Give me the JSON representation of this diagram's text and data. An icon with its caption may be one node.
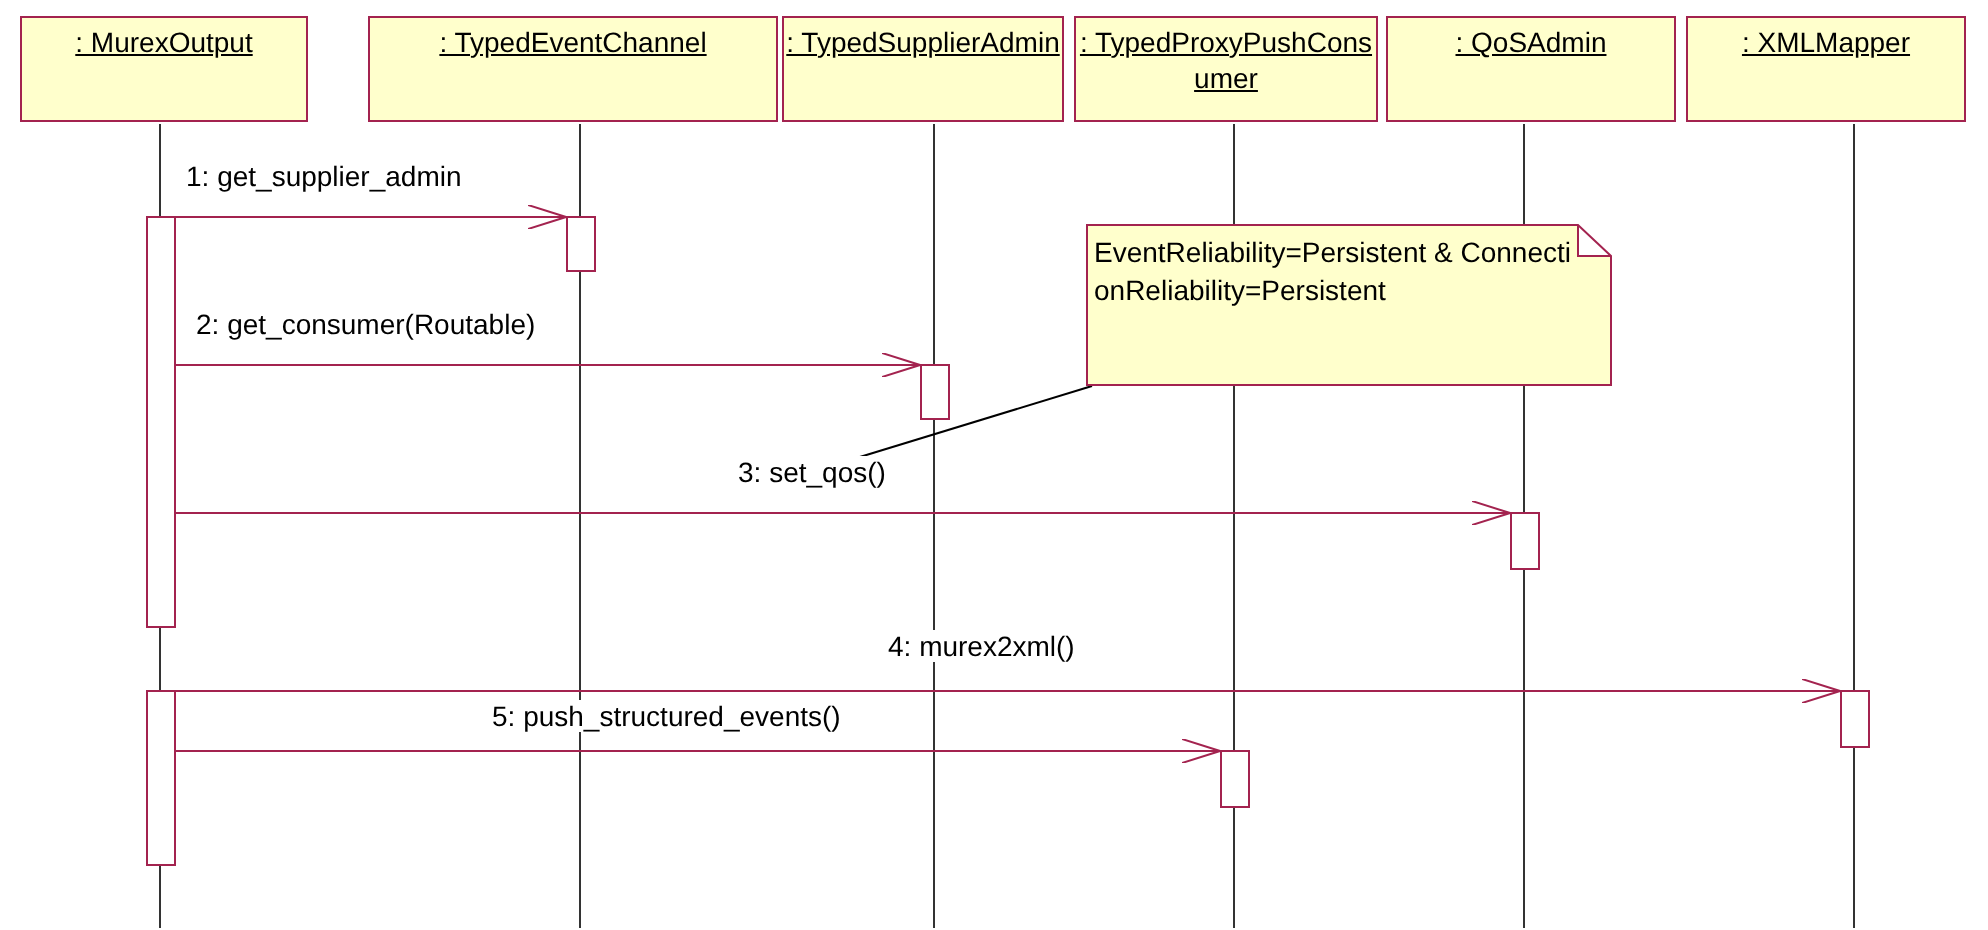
{
  "diagram": {
    "nodes": [
      {
        "text": [
          ": MurexOutput"
        ]
      },
      {
        "text": [
          ": TypedEventChannel"
        ]
      },
      {
        "text": [
          ": TypedSupplierAdmin"
        ]
      },
      {
        "text": [
          ": TypedProxyPushConsumer"
        ]
      },
      {
        "text": [
          ": QoSAdmin"
        ]
      },
      {
        "text": [
          ": XMLMapper"
        ]
      },
      {
        "text": [],
        "shape": "bar"
      },
      {
        "text": [],
        "shape": "bar"
      },
      {
        "text": [],
        "shape": "bar"
      },
      {
        "text": [
          "EventReliability=Persistent & ConnectionReliability=Persistent"
        ]
      },
      {
        "text": [],
        "shape": "bar"
      },
      {
        "text": [],
        "shape": "bar"
      },
      {
        "text": [],
        "shape": "bar"
      },
      {
        "text": [],
        "shape": "bar"
      }
    ],
    "edges": [
      {
        "from": 6,
        "to": 7,
        "arrow": "to",
        "label": "1: get_supplier_admin"
      },
      {
        "from": 6,
        "to": 8,
        "arrow": "to",
        "label": "2: get_consumer(Routable)"
      },
      {
        "from": 6,
        "to": 10,
        "arrow": "to",
        "label": "3: set_qos()"
      },
      {
        "from": 11,
        "to": 12,
        "arrow": "to",
        "label": "4: murex2xml()"
      },
      {
        "from": 11,
        "to": 13,
        "arrow": "to",
        "label": "5: push_structured_events()"
      },
      {
        "from": 9,
        "to": null,
        "arrow": "none",
        "color": "#000000"
      }
    ]
  }
}
